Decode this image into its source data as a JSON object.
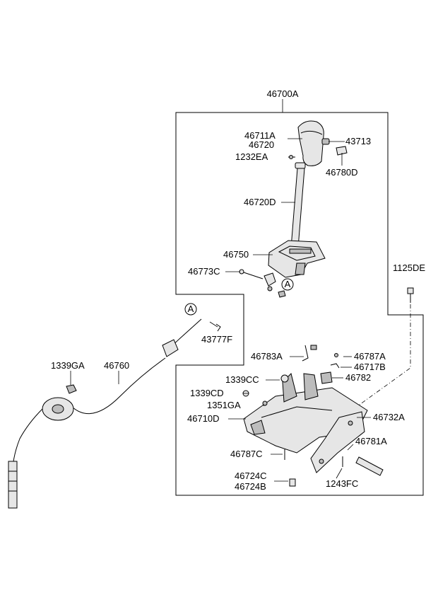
{
  "labels": {
    "p46700A": "46700A",
    "p46711A": "46711A",
    "p46720": "46720",
    "p1232EA": "1232EA",
    "p43713": "43713",
    "p46780D": "46780D",
    "p46720D": "46720D",
    "p46750": "46750",
    "p46773C": "46773C",
    "p1125DE": "1125DE",
    "p43777F": "43777F",
    "p1339GA": "1339GA",
    "p46760": "46760",
    "p46783A": "46783A",
    "p46787A": "46787A",
    "p46717B": "46717B",
    "p46782": "46782",
    "p1339CC": "1339CC",
    "p1339CD": "1339CD",
    "p1351GA": "1351GA",
    "p46732A": "46732A",
    "p46710D": "46710D",
    "p46781A": "46781A",
    "p46787C": "46787C",
    "p46724C": "46724C",
    "p46724B": "46724B",
    "p1243FC": "1243FC"
  },
  "callouts": {
    "a_top": "A",
    "a_left": "A"
  }
}
